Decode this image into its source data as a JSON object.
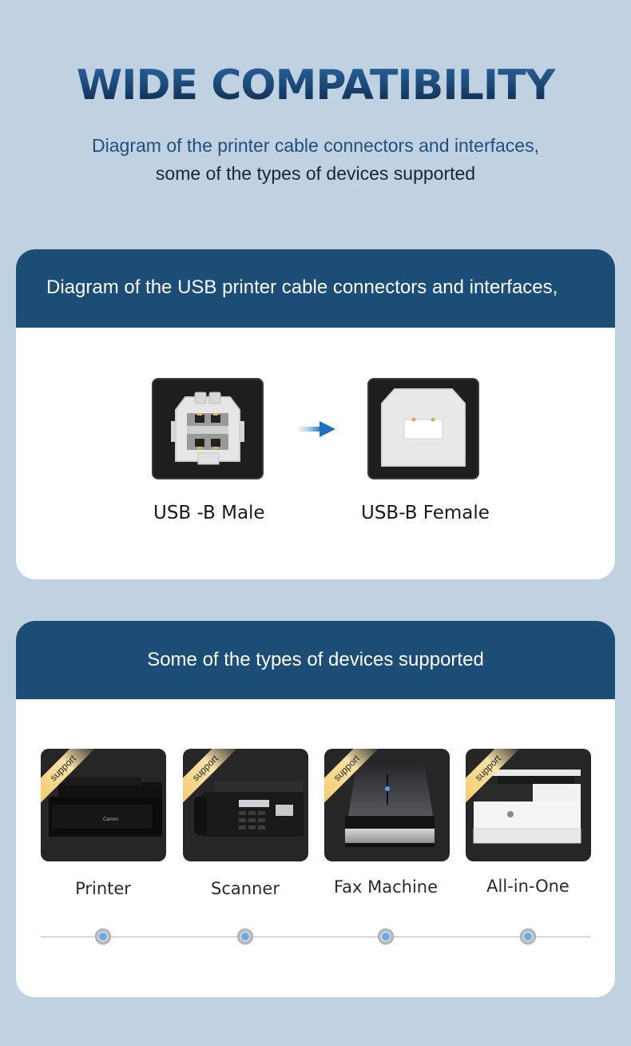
{
  "hero": {
    "title": "WIDE COMPATIBILITY",
    "subtitle_line1": "Diagram of the printer cable connectors and interfaces,",
    "subtitle_line2": "some of the types of devices supported"
  },
  "connectors_card": {
    "header": "Diagram of the USB printer cable connectors and interfaces,",
    "male_label": "USB -B  Male",
    "female_label": "USB-B  Female",
    "arrow_icon": "arrow-right-icon",
    "arrow_color": "#1e6fc2"
  },
  "devices_card": {
    "header": "Some of the types of devices supported",
    "badge_text": "support",
    "devices": [
      {
        "label": "Printer",
        "icon": "inkjet-printer-image"
      },
      {
        "label": "Scanner",
        "icon": "fax-machine-image"
      },
      {
        "label": "Fax Machine",
        "icon": "flatbed-scanner-image"
      },
      {
        "label": "All-in-One",
        "icon": "multifunction-printer-image"
      }
    ]
  },
  "colors": {
    "background": "#c0d1e2",
    "header_bar": "#1b4d76",
    "timeline_dot": "#6ea9e3"
  }
}
